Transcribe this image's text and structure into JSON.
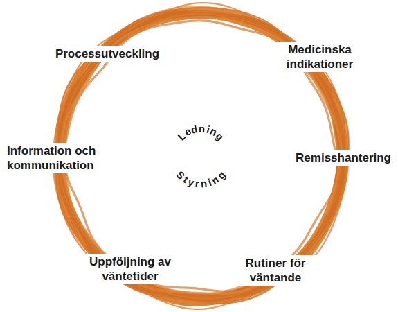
{
  "diagram": {
    "nodes": [
      {
        "text": [
          "Ledning",
          "Styrning"
        ]
      }
    ],
    "labels": [
      "Processutveckling",
      "Medicinska indikationer",
      "Information och kommunikation",
      "Remisshantering",
      "Rutiner för väntande",
      "Uppföljning av väntetider"
    ]
  }
}
